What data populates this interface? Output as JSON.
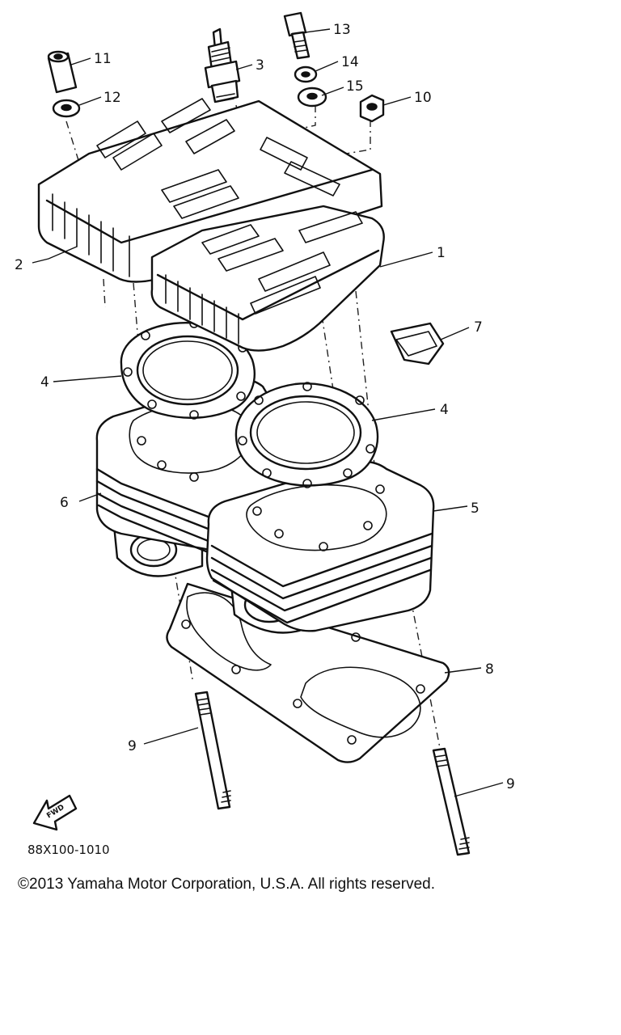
{
  "diagram": {
    "callouts": {
      "c1": "1",
      "c2": "2",
      "c3": "3",
      "c4a": "4",
      "c4b": "4",
      "c5": "5",
      "c6": "6",
      "c7": "7",
      "c8": "8",
      "c9a": "9",
      "c9b": "9",
      "c10": "10",
      "c11": "11",
      "c12": "12",
      "c13": "13",
      "c14": "14",
      "c15": "15"
    },
    "part_code": "88X100-1010",
    "fwd_mark": "FWD",
    "icons": [
      "forward-arrow-icon"
    ]
  },
  "footer": {
    "copyright": "©2013 Yamaha Motor Corporation, U.S.A. All rights reserved."
  }
}
